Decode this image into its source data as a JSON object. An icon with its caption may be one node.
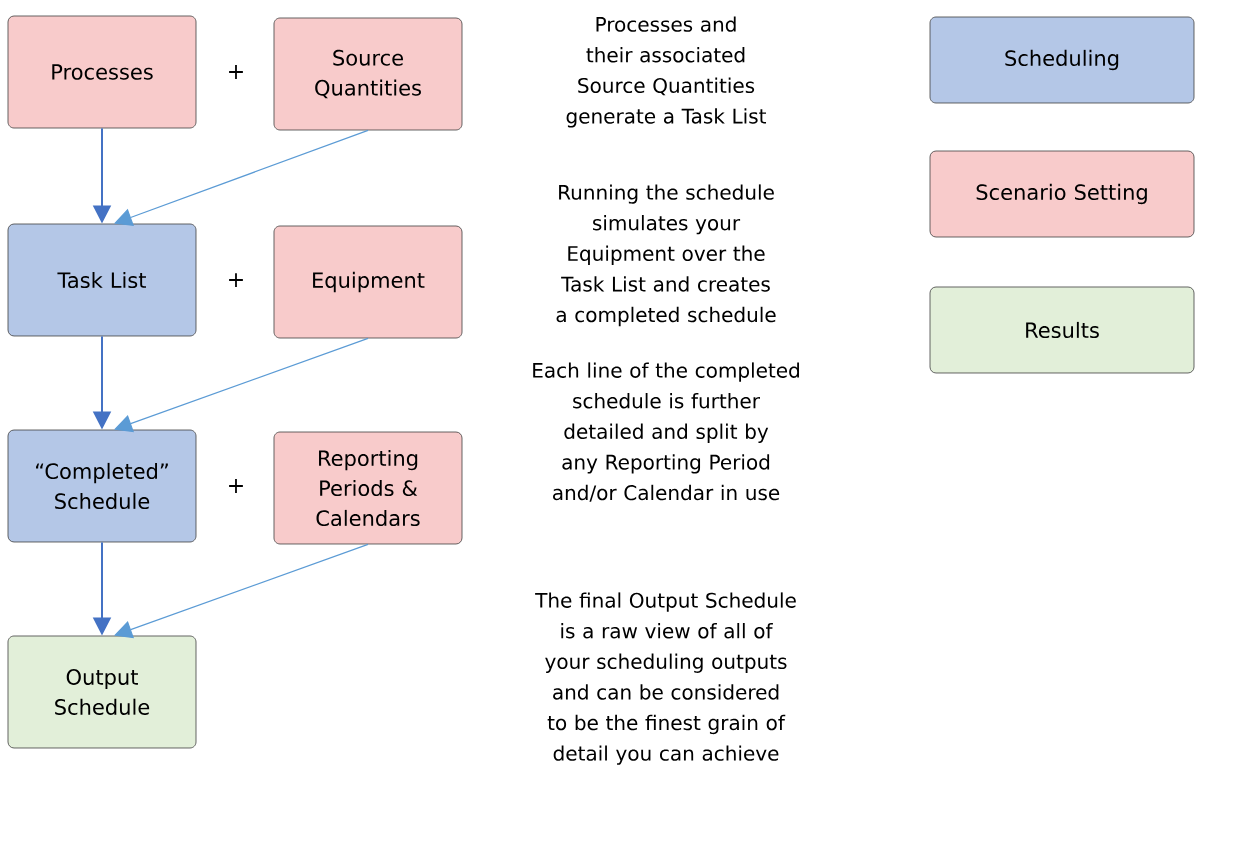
{
  "diagram": {
    "nodes": [
      {
        "text": [
          "Processes"
        ]
      },
      {
        "text": [
          "Source Quantities"
        ]
      },
      {
        "text": [
          "Task List"
        ]
      },
      {
        "text": [
          "Equipment"
        ]
      },
      {
        "text": [
          "“Completed” Schedule"
        ]
      },
      {
        "text": [
          "Reporting Periods & Calendars"
        ]
      },
      {
        "text": [
          "Output Schedule"
        ]
      }
    ],
    "edges": [
      {
        "from": 0,
        "to": 2,
        "arrow": "to"
      },
      {
        "from": 1,
        "to": 2,
        "arrow": "to",
        "color": "#5b9bd5"
      },
      {
        "from": 2,
        "to": 4,
        "arrow": "to"
      },
      {
        "from": 3,
        "to": 4,
        "arrow": "to",
        "color": "#5b9bd5"
      },
      {
        "from": 4,
        "to": 6,
        "arrow": "to"
      },
      {
        "from": 5,
        "to": 6,
        "arrow": "to",
        "color": "#5b9bd5"
      }
    ],
    "labels": [
      "+",
      "Processes and their associated Source Quantities generate a Task List",
      "+",
      "Running the schedule simulates your Equipment over the Task List and creates a completed schedule",
      "+",
      "Each line of the completed schedule is further detailed and split by any Reporting Period and/or Calendar in use",
      "The final Output Schedule is a raw view of all of your scheduling outputs and can be considered to be the finest grain of detail you can achieve"
    ],
    "legend": [
      {
        "text": "Scheduling",
        "color": "#b4c7e7"
      },
      {
        "text": "Scenario Setting",
        "color": "#f8cbcb"
      },
      {
        "text": "Results",
        "color": "#e2efd9"
      }
    ]
  }
}
